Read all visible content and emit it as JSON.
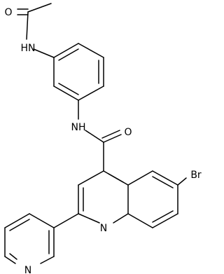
{
  "molecule": {
    "atom_labels": {
      "o_acetyl": "O",
      "nh_acetamide": "HN",
      "nh_amide": "NH",
      "o_amide": "O",
      "br": "Br",
      "n_quinoline": "N",
      "n_pyridine": "N"
    }
  }
}
